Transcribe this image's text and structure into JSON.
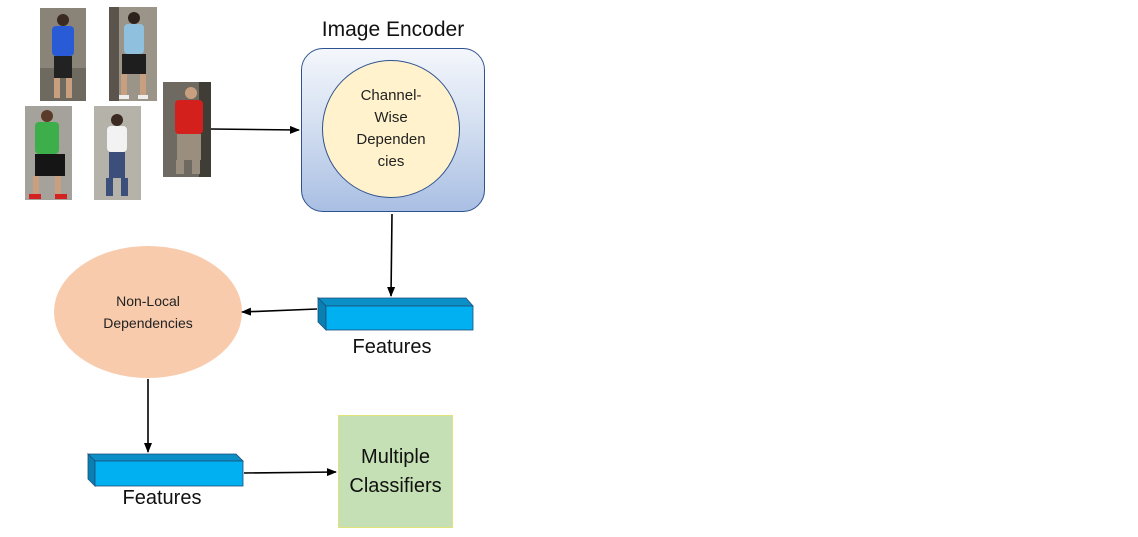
{
  "encoder": {
    "title": "Image Encoder",
    "inner_label": "Channel-\nWise\nDependen\ncies"
  },
  "non_local": {
    "label": "Non-Local\nDependencies"
  },
  "features_top": {
    "label": "Features"
  },
  "features_bottom": {
    "label": "Features"
  },
  "classifier": {
    "label": "Multiple\nClassifiers"
  },
  "photos": [
    {
      "name": "pedestrian-blue-shirt",
      "shirt": "#2a5bd7",
      "pants": "#222222"
    },
    {
      "name": "pedestrian-light-blue-shirt",
      "shirt": "#8fc1de",
      "pants": "#1e1e1e"
    },
    {
      "name": "pedestrian-green-shirt",
      "shirt": "#3cae4a",
      "pants": "#151515"
    },
    {
      "name": "pedestrian-white-shirt",
      "shirt": "#f2f2f2",
      "pants": "#3c4f7a"
    },
    {
      "name": "pedestrian-red-shirt",
      "shirt": "#d4201c",
      "pants": "#9a8f7e"
    }
  ],
  "colors": {
    "encoder_border": "#2f528f",
    "circle_fill": "#fff2cc",
    "nonlocal_fill": "#f8cbad",
    "feature_bar_front": "#00b0f0",
    "feature_bar_top": "#0a8fc6",
    "classifier_fill": "#c5e0b4",
    "arrow": "#000000"
  }
}
